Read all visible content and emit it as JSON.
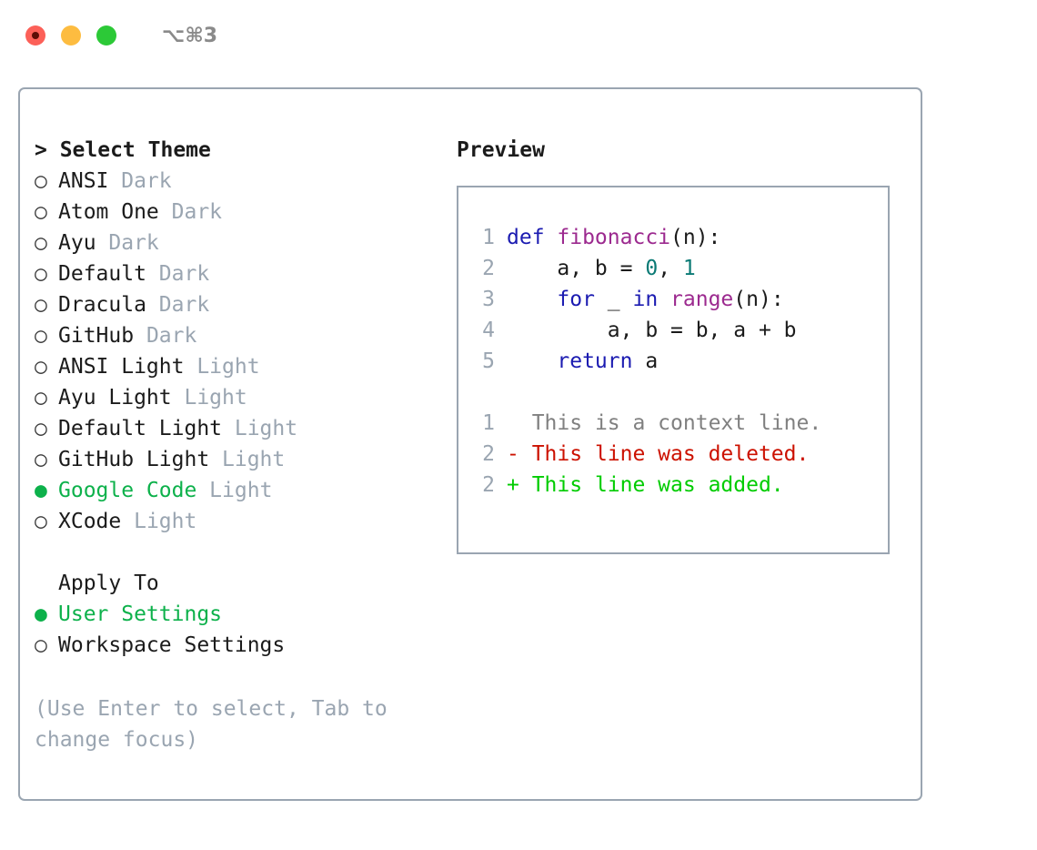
{
  "titlebar": {
    "shortcut": "⌥⌘3",
    "buttons": [
      {
        "name": "close",
        "color": "#fc6058"
      },
      {
        "name": "minimize",
        "color": "#fdbc40"
      },
      {
        "name": "maximize",
        "color": "#2cc937"
      }
    ]
  },
  "theme_picker": {
    "header": "> Select Theme",
    "selected_bullet": "●",
    "unselected_bullet": "○",
    "accent_color": "#0db14b",
    "muted_color": "#9aa5b1",
    "options": [
      {
        "name": "ANSI",
        "variant": "Dark",
        "selected": false
      },
      {
        "name": "Atom One",
        "variant": "Dark",
        "selected": false
      },
      {
        "name": "Ayu",
        "variant": "Dark",
        "selected": false
      },
      {
        "name": "Default",
        "variant": "Dark",
        "selected": false
      },
      {
        "name": "Dracula",
        "variant": "Dark",
        "selected": false
      },
      {
        "name": "GitHub",
        "variant": "Dark",
        "selected": false
      },
      {
        "name": "ANSI Light",
        "variant": "Light",
        "selected": false
      },
      {
        "name": "Ayu Light",
        "variant": "Light",
        "selected": false
      },
      {
        "name": "Default Light",
        "variant": "Light",
        "selected": false
      },
      {
        "name": "GitHub Light",
        "variant": "Light",
        "selected": false
      },
      {
        "name": "Google Code",
        "variant": "Light",
        "selected": true
      },
      {
        "name": "XCode",
        "variant": "Light",
        "selected": false
      }
    ]
  },
  "apply_to": {
    "header": "Apply To",
    "options": [
      {
        "name": "User Settings",
        "selected": true
      },
      {
        "name": "Workspace Settings",
        "selected": false
      }
    ]
  },
  "hint": "(Use Enter to select, Tab to change focus)",
  "preview": {
    "title": "Preview",
    "code_lines": [
      {
        "no": "1",
        "tokens": [
          {
            "t": "def ",
            "k": "kw"
          },
          {
            "t": "fibonacci",
            "k": "fn"
          },
          {
            "t": "(n):",
            "k": "plain"
          }
        ]
      },
      {
        "no": "2",
        "tokens": [
          {
            "t": "    a, b = ",
            "k": "plain"
          },
          {
            "t": "0",
            "k": "num"
          },
          {
            "t": ", ",
            "k": "plain"
          },
          {
            "t": "1",
            "k": "num"
          }
        ]
      },
      {
        "no": "3",
        "tokens": [
          {
            "t": "    ",
            "k": "plain"
          },
          {
            "t": "for",
            "k": "kw"
          },
          {
            "t": " _ ",
            "k": "plain"
          },
          {
            "t": "in",
            "k": "kw"
          },
          {
            "t": " ",
            "k": "plain"
          },
          {
            "t": "range",
            "k": "fn"
          },
          {
            "t": "(n):",
            "k": "plain"
          }
        ]
      },
      {
        "no": "4",
        "tokens": [
          {
            "t": "        a, b = b, a + b",
            "k": "plain"
          }
        ]
      },
      {
        "no": "5",
        "tokens": [
          {
            "t": "    ",
            "k": "plain"
          },
          {
            "t": "return",
            "k": "kw"
          },
          {
            "t": " a",
            "k": "plain"
          }
        ]
      }
    ],
    "diff_lines": [
      {
        "no": "1",
        "marker": " ",
        "text": "This is a context line.",
        "kind": "ctx"
      },
      {
        "no": "2",
        "marker": "-",
        "text": "This line was deleted.",
        "kind": "del"
      },
      {
        "no": "2",
        "marker": "+",
        "text": "This line was added.",
        "kind": "add"
      }
    ],
    "syntax_colors": {
      "keyword": "#1b1bb1",
      "function": "#9c2a8f",
      "number": "#0b7a75",
      "plain": "#1b1b1b",
      "lineno": "#9aa5b1",
      "diff_context": "#808080",
      "diff_deleted": "#cc1100",
      "diff_added": "#00cc00"
    }
  }
}
